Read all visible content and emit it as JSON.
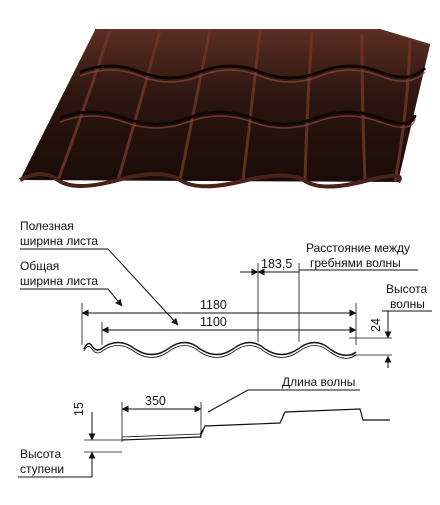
{
  "product_photo": {
    "description_icon": "metal-roof-tile-sheet",
    "color": "#3a1c14"
  },
  "profile_diagram": {
    "useful_width_label": [
      "Полезная",
      "ширина листа"
    ],
    "total_width_label": [
      "Общая",
      "ширина листа"
    ],
    "crest_spacing_label": [
      "Расстояние между",
      "гребнями волны"
    ],
    "wave_height_label": [
      "Высота",
      "волны"
    ],
    "total_width_value": "1180",
    "useful_width_value": "1100",
    "crest_spacing_value": "183,5",
    "wave_height_value": "24"
  },
  "step_diagram": {
    "wave_length_label": "Длина волны",
    "step_height_label": [
      "Высота",
      "ступени"
    ],
    "wave_length_value": "350",
    "step_height_value": "15"
  }
}
